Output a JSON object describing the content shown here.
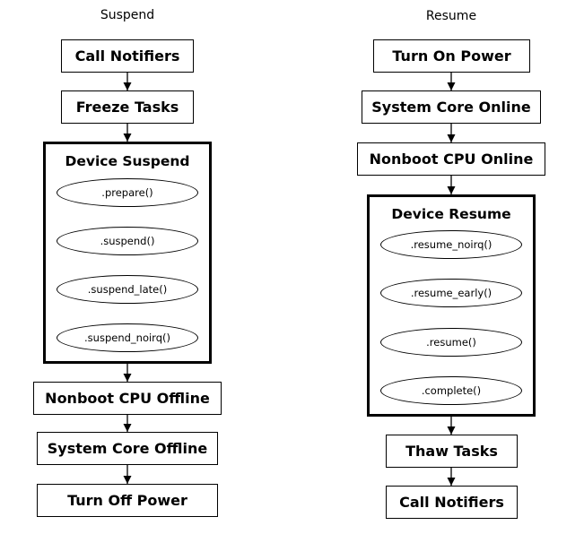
{
  "suspend": {
    "title": "Suspend",
    "steps_before": [
      "Call Notifiers",
      "Freeze Tasks"
    ],
    "group": {
      "title": "Device Suspend",
      "callbacks": [
        ".prepare()",
        ".suspend()",
        ".suspend_late()",
        ".suspend_noirq()"
      ]
    },
    "steps_after": [
      "Nonboot CPU Offline",
      "System Core Offline",
      "Turn Off Power"
    ]
  },
  "resume": {
    "title": "Resume",
    "steps_before": [
      "Turn On Power",
      "System Core Online",
      "Nonboot CPU Online"
    ],
    "group": {
      "title": "Device Resume",
      "callbacks": [
        ".resume_noirq()",
        ".resume_early()",
        ".resume()",
        ".complete()"
      ]
    },
    "steps_after": [
      "Thaw Tasks",
      "Call Notifiers"
    ]
  }
}
